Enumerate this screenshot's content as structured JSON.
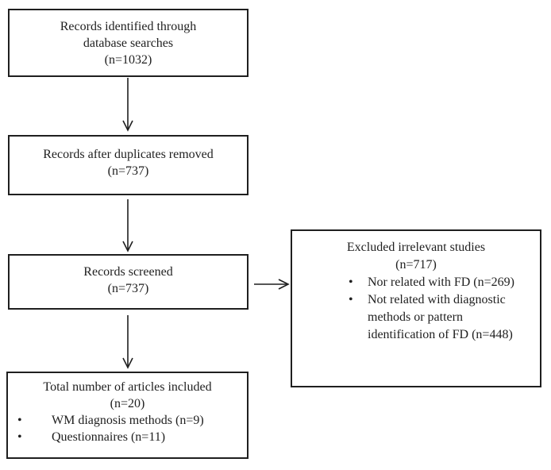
{
  "diagram": {
    "type": "prisma-flow",
    "line_color": "#1f1f1f",
    "background": "#ffffff"
  },
  "boxes": {
    "identified": {
      "lines": [
        "Records identified through",
        "database searches",
        "(n=1032)"
      ]
    },
    "duplicates": {
      "lines": [
        "Records after duplicates removed",
        "(n=737)"
      ]
    },
    "screened": {
      "lines": [
        "Records screened",
        "(n=737)"
      ]
    },
    "included": {
      "title_lines": [
        "Total number of articles included",
        "(n=20)"
      ],
      "bullets": [
        "WM diagnosis methods (n=9)",
        "Questionnaires (n=11)"
      ]
    },
    "excluded": {
      "title_lines": [
        "Excluded irrelevant studies",
        "(n=717)"
      ],
      "bullets": [
        "Nor related with FD (n=269)",
        "Not related with diagnostic methods or pattern identification of FD (n=448)"
      ]
    }
  }
}
